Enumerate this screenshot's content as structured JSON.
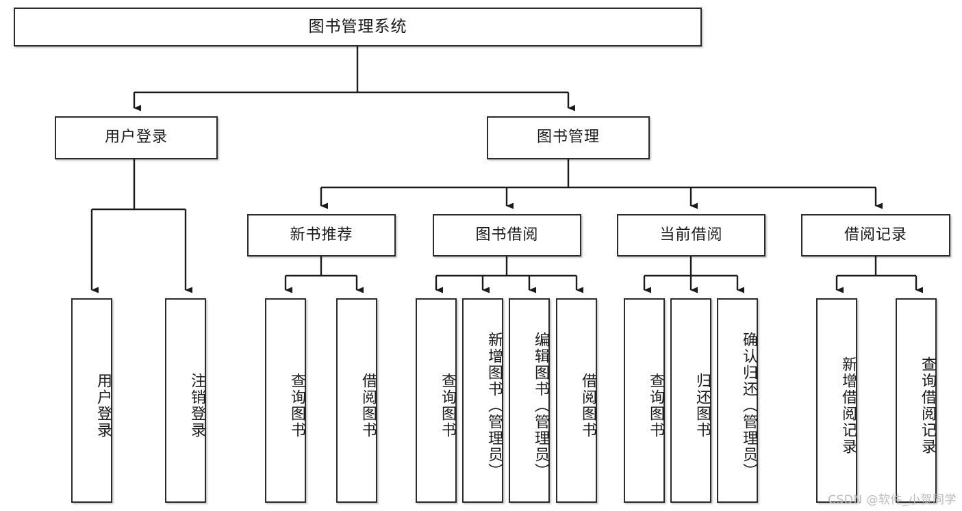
{
  "diagram": {
    "type": "tree",
    "title": "图书管理系统",
    "watermark": "CSDN @软件_小贺同学",
    "colors": {
      "box_border": "#2b2b2b",
      "box_fill": "#ffffff",
      "connector": "#1a1a1a",
      "text": "#1a1a1a",
      "watermark": "#b9b9b9",
      "background": "#ffffff"
    },
    "levels": {
      "root": {
        "label": "图书管理系统"
      },
      "level2": [
        {
          "id": "user_login",
          "label": "用户登录"
        },
        {
          "id": "book_manage",
          "label": "图书管理"
        }
      ],
      "level3": [
        {
          "id": "new_book_rec",
          "label": "新书推荐",
          "parent": "book_manage"
        },
        {
          "id": "book_borrow",
          "label": "图书借阅",
          "parent": "book_manage"
        },
        {
          "id": "current_borrow",
          "label": "当前借阅",
          "parent": "book_manage"
        },
        {
          "id": "borrow_record",
          "label": "借阅记录",
          "parent": "book_manage"
        }
      ],
      "leaves": [
        {
          "id": "leaf_user_login",
          "label": "用户登录",
          "parent": "user_login"
        },
        {
          "id": "leaf_user_logout",
          "label": "注销登录",
          "parent": "user_login"
        },
        {
          "id": "leaf_query_book_1",
          "label": "查询图书",
          "parent": "new_book_rec"
        },
        {
          "id": "leaf_borrow_book_1",
          "label": "借阅图书",
          "parent": "new_book_rec"
        },
        {
          "id": "leaf_query_book_2",
          "label": "查询图书",
          "parent": "book_borrow"
        },
        {
          "id": "leaf_add_book",
          "label": "新增图书（管理员）",
          "parent": "book_borrow"
        },
        {
          "id": "leaf_edit_book",
          "label": "编辑图书（管理员）",
          "parent": "book_borrow"
        },
        {
          "id": "leaf_borrow_book_2",
          "label": "借阅图书",
          "parent": "book_borrow"
        },
        {
          "id": "leaf_query_book_3",
          "label": "查询图书",
          "parent": "current_borrow"
        },
        {
          "id": "leaf_return_book",
          "label": "归还图书",
          "parent": "current_borrow"
        },
        {
          "id": "leaf_confirm_return",
          "label": "确认归还（管理员）",
          "parent": "current_borrow"
        },
        {
          "id": "leaf_add_record",
          "label": "新增借阅记录",
          "parent": "borrow_record"
        },
        {
          "id": "leaf_query_record",
          "label": "查询借阅记录",
          "parent": "borrow_record"
        }
      ]
    }
  }
}
